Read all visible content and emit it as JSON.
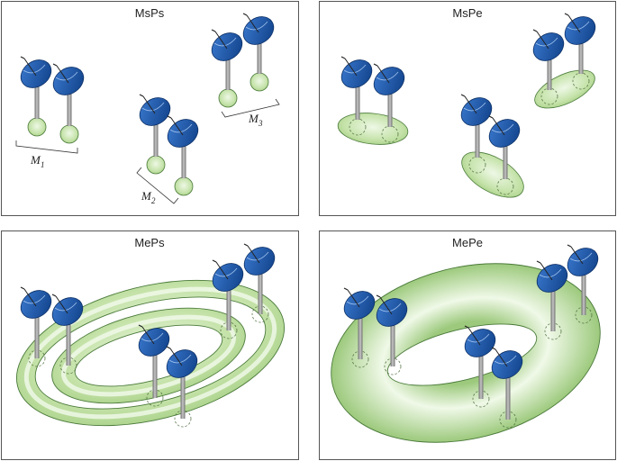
{
  "panels": {
    "p1": {
      "title": "MsPs",
      "labels": {
        "m1": "M",
        "m1_sub": "1",
        "m2": "M",
        "m2_sub": "2",
        "m3": "M",
        "m3_sub": "3"
      }
    },
    "p2": {
      "title": "MsPe"
    },
    "p3": {
      "title": "MePs"
    },
    "p4": {
      "title": "MePe"
    }
  },
  "colors": {
    "dish_blue": "#1f5aa8",
    "dish_dark": "#123c78",
    "pole_gray": "#8a8a8a",
    "blob_green": "#b7db96",
    "blob_light": "#e8f5dc",
    "blob_edge": "#4a7a3a",
    "frame": "#555555"
  }
}
